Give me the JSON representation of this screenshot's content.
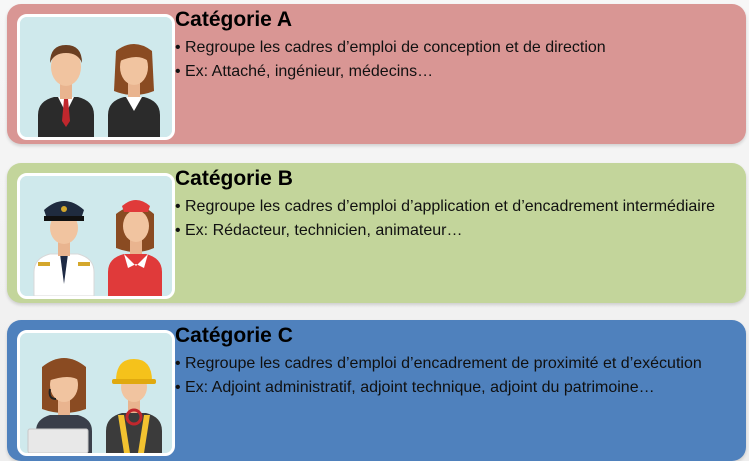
{
  "categories": [
    {
      "title": "Catégorie A",
      "bullets": [
        "Regroupe les cadres d’emploi de conception et de direction",
        "Ex: Attaché, ingénieur, médecins…"
      ],
      "color": "#d99694",
      "illustration": "manager-man-and-woman"
    },
    {
      "title": "Catégorie B",
      "bullets": [
        "Regroupe les cadres d’emploi d’application et d’encadrement intermédiaire",
        "Ex: Rédacteur, technicien, animateur…"
      ],
      "color": "#c3d59b",
      "illustration": "pilot-and-flight-attendant"
    },
    {
      "title": "Catégorie C",
      "bullets": [
        "Regroupe les cadres d’emploi d’encadrement de proximité et d’exécution",
        "Ex: Adjoint administratif,  adjoint technique, adjoint du patrimoine…"
      ],
      "color": "#4f81bd",
      "illustration": "receptionist-and-construction-worker"
    }
  ]
}
